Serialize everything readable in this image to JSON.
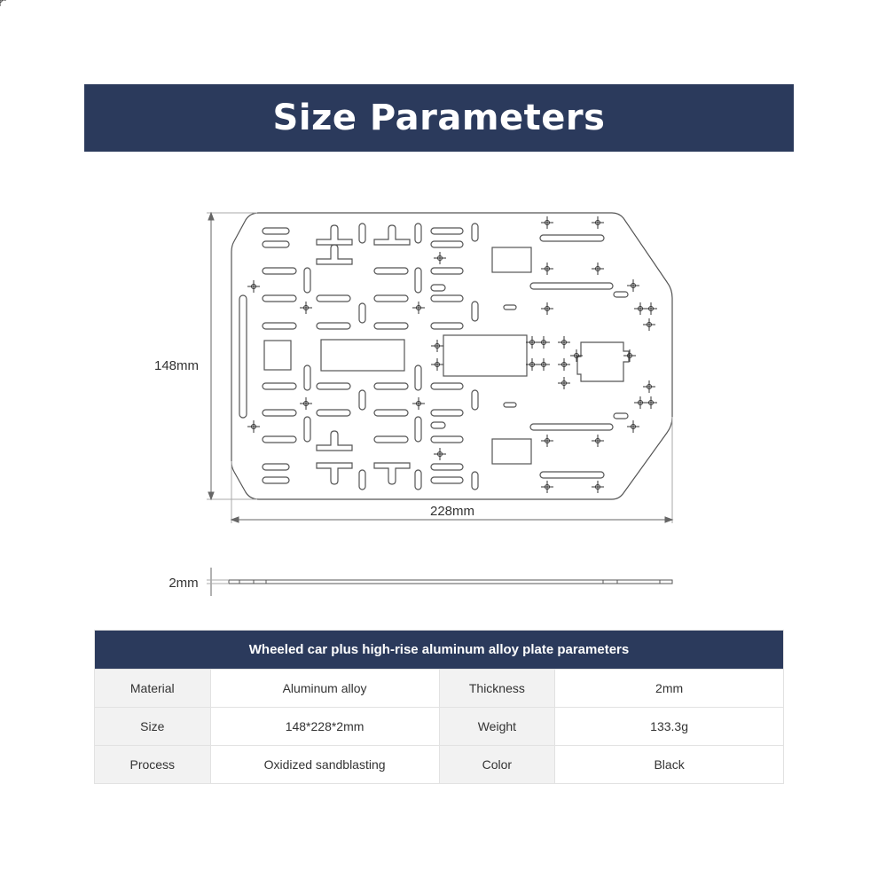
{
  "header": {
    "title": "Size Parameters"
  },
  "dimensions": {
    "height": "148mm",
    "width": "228mm",
    "thickness": "2mm"
  },
  "table": {
    "caption": "Wheeled car plus high-rise aluminum alloy plate parameters",
    "rows": [
      {
        "label1": "Material",
        "value1": "Aluminum alloy",
        "label2": "Thickness",
        "value2": "2mm"
      },
      {
        "label1": "Size",
        "value1": "148*228*2mm",
        "label2": "Weight",
        "value2": "133.3g"
      },
      {
        "label1": "Process",
        "value1": "Oxidized sandblasting",
        "label2": "Color",
        "value2": "Black"
      }
    ]
  },
  "colors": {
    "banner": "#2b3a5c",
    "line": "#555555"
  }
}
